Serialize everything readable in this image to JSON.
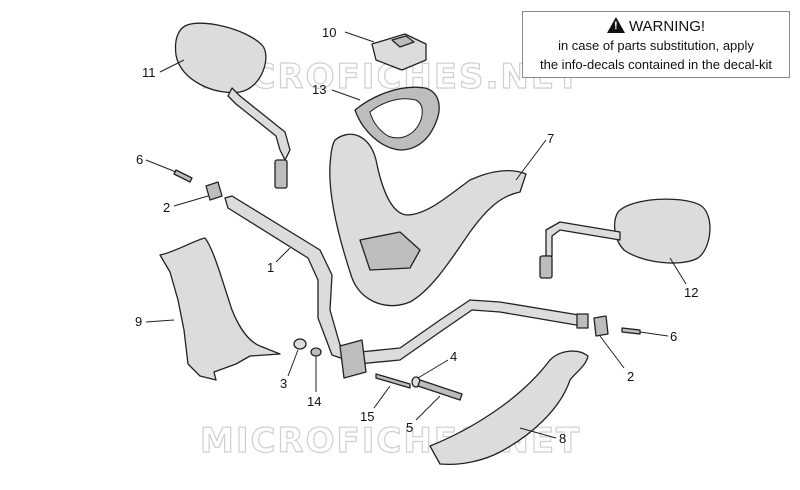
{
  "warning": {
    "icon": "warning-triangle-icon",
    "title": "WARNING!",
    "line1": "in case of parts substitution, apply",
    "line2": "the info-decals contained in the decal-kit"
  },
  "watermark": "MICROFICHES.NET",
  "callouts": {
    "c1": "1",
    "c2a": "2",
    "c2b": "2",
    "c3": "3",
    "c4": "4",
    "c5": "5",
    "c6a": "6",
    "c6b": "6",
    "c7": "7",
    "c8": "8",
    "c9": "9",
    "c10": "10",
    "c11": "11",
    "c12": "12",
    "c13": "13",
    "c14": "14",
    "c15": "15"
  }
}
